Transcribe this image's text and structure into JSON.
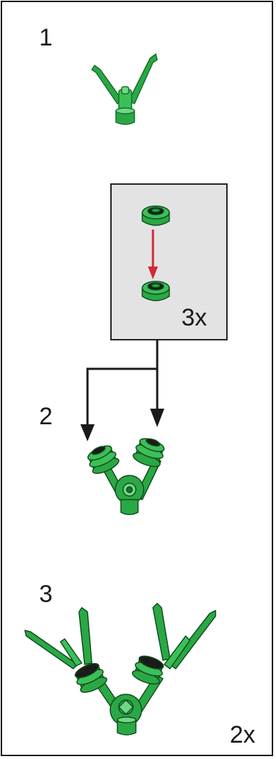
{
  "steps": [
    {
      "number": "1"
    },
    {
      "number": "2"
    },
    {
      "number": "3"
    }
  ],
  "callout": {
    "quantity": "3x"
  },
  "final": {
    "quantity": "2x"
  },
  "colors": {
    "part_green": "#2aa845",
    "part_green_dark": "#15702a",
    "part_green_light": "#6fd886",
    "arrow_red": "#d0283a",
    "callout_bg": "#e3e3e3",
    "line": "#1a1a1a"
  }
}
